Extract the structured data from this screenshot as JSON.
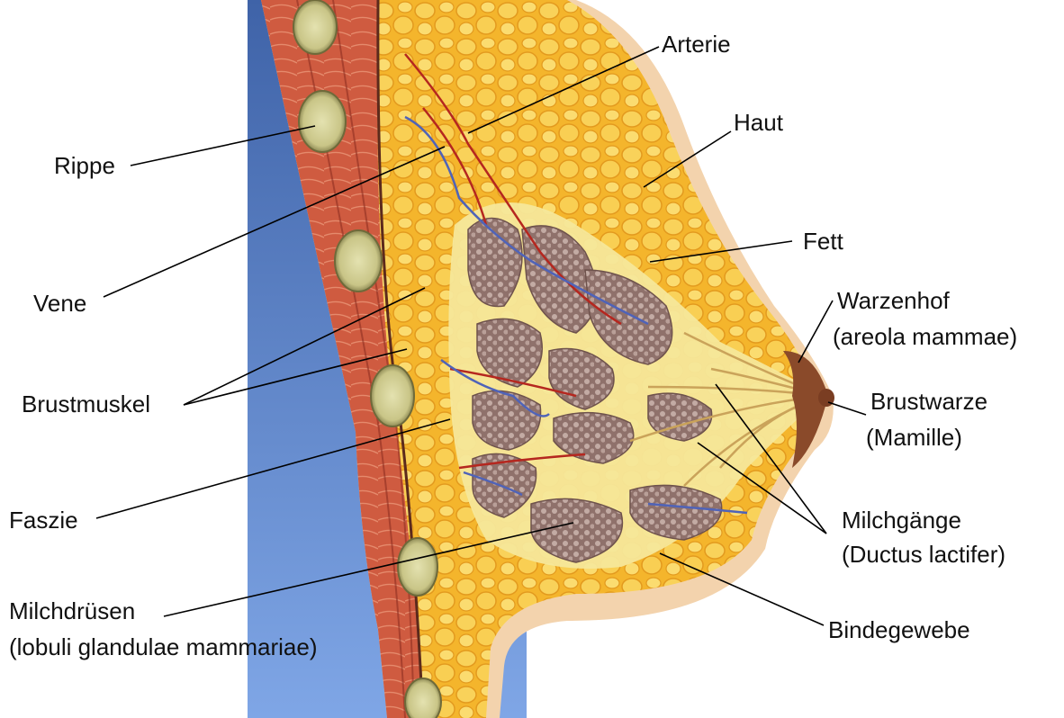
{
  "labels": {
    "arterie": "Arterie",
    "haut": "Haut",
    "rippe": "Rippe",
    "fett": "Fett",
    "vene": "Vene",
    "warzenhof": "Warzenhof",
    "warzenhof_latin": "(areola mammae)",
    "brustmuskel": "Brustmuskel",
    "brustwarze": "Brustwarze",
    "brustwarze_latin": "(Mamille)",
    "faszie": "Faszie",
    "milchgaenge": "Milchgänge",
    "milchgaenge_latin": "(Ductus lactifer)",
    "milchdruesen": "Milchdrüsen",
    "milchdruesen_latin": "(lobuli glandulae mammariae)",
    "bindegewebe": "Bindegewebe"
  },
  "colors": {
    "background_blue_top": "#3f63a8",
    "background_blue_bottom": "#7fa6e6",
    "skin": "#f3d3ad",
    "muscle": "#c8553d",
    "fat": "#f5b32a",
    "gland": "#9c7f7a",
    "artery": "#b5271f",
    "vein": "#4f63b8",
    "rib": "#d8d59a"
  }
}
